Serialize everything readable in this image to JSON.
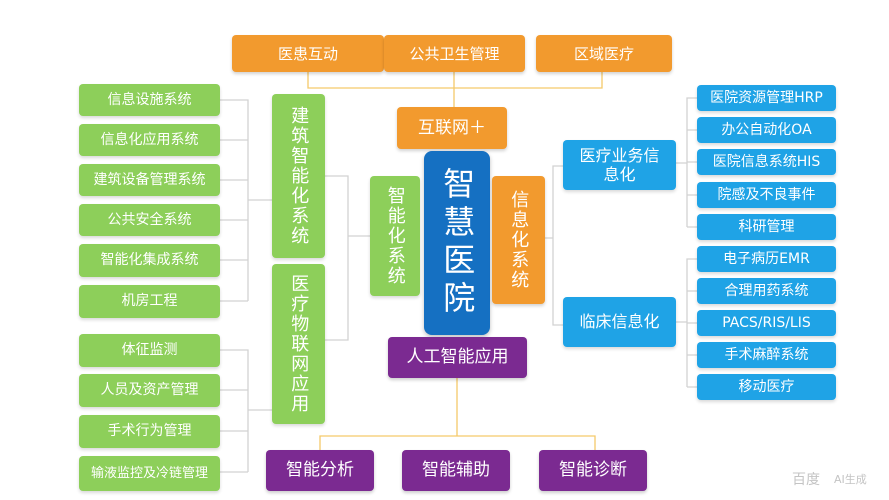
{
  "top": [
    "医患互动",
    "公共卫生管理",
    "区域医疗"
  ],
  "internet": "互联网＋",
  "center": "智慧医院",
  "intelligent_system": "智能化系统",
  "info_system": "信息化系统",
  "building": {
    "label": "建筑智能化系统",
    "items": [
      "信息设施系统",
      "信息化应用系统",
      "建筑设备管理系统",
      "公共安全系统",
      "智能化集成系统",
      "机房工程"
    ]
  },
  "iot": {
    "label": "医疗物联网应用",
    "items": [
      "体征监测",
      "人员及资产管理",
      "手术行为管理",
      "输液监控及冷链管理"
    ]
  },
  "business": {
    "label": "医疗业务信息化",
    "items": [
      "医院资源管理HRP",
      "办公自动化OA",
      "医院信息系统HIS",
      "院感及不良事件",
      "科研管理"
    ]
  },
  "clinical": {
    "label": "临床信息化",
    "items": [
      "电子病历EMR",
      "合理用药系统",
      "PACS/RIS/LIS",
      "手术麻醉系统",
      "移动医疗"
    ]
  },
  "ai": {
    "label": "人工智能应用",
    "items": [
      "智能分析",
      "智能辅助",
      "智能诊断"
    ]
  },
  "watermark": "百度",
  "watermark_sub": "AI生成"
}
